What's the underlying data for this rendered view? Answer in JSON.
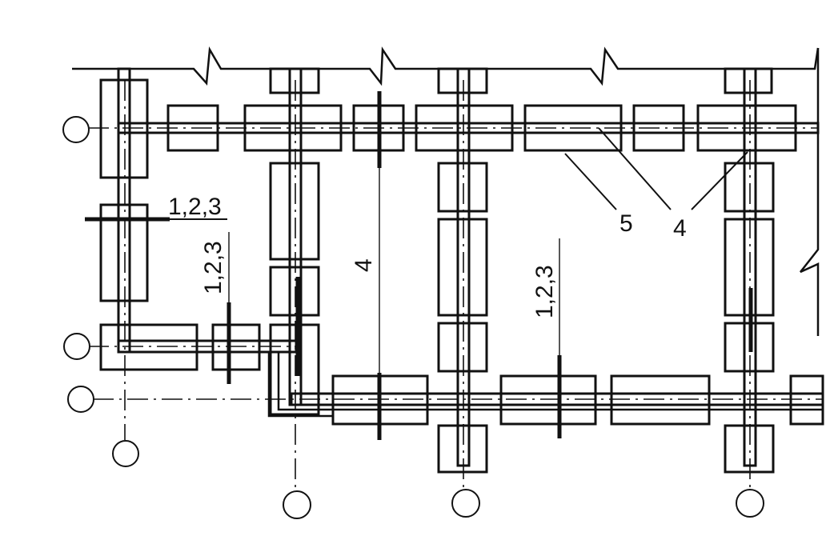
{
  "labels": {
    "section_left_h": "1,2,3",
    "section_left_v": "1,2,3",
    "section_center": "4",
    "section_mid": "1,2,3",
    "callout_5": "5",
    "callout_4": "4"
  }
}
